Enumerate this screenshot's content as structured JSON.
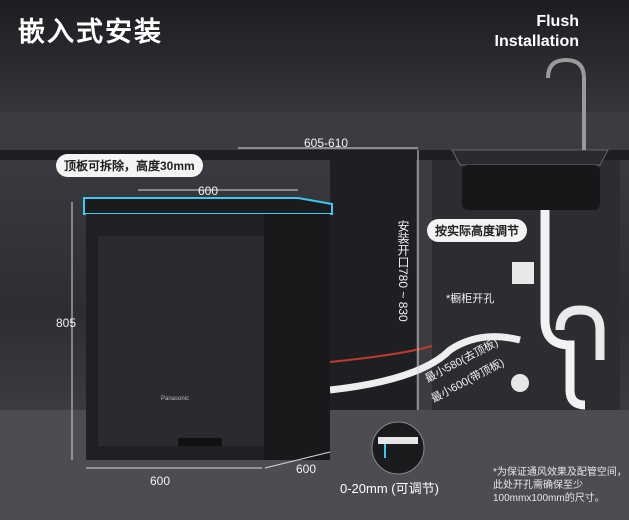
{
  "title_cn": "嵌入式安装",
  "title_en_line1": "Flush",
  "title_en_line2": "Installation",
  "top_removable_note": "顶板可拆除，高度30mm",
  "adjust_note": "按实际高度调节",
  "dim_cabinet_width": "605-610",
  "dim_top_width": "600",
  "dim_height": "805",
  "dim_bottom_width": "600",
  "dim_depth": "600",
  "opening_height": "安装开口780 ~ 830",
  "cabinet_hole": "*橱柜开孔",
  "min_580": "最小580(去顶板)",
  "min_600": "最小600(带顶板)",
  "gap_adjust": "0-20mm (可调节)",
  "footnote": "*为保证通风效果及配管空间，此处开孔需确保至少100mmx100mm的尺寸。",
  "brand": "Panasonic",
  "colors": {
    "accent_cyan": "#3cc8f0",
    "dim_line": "#d8d8d8",
    "pipe": "#f2f2f2",
    "hose_red": "#c0392b"
  }
}
